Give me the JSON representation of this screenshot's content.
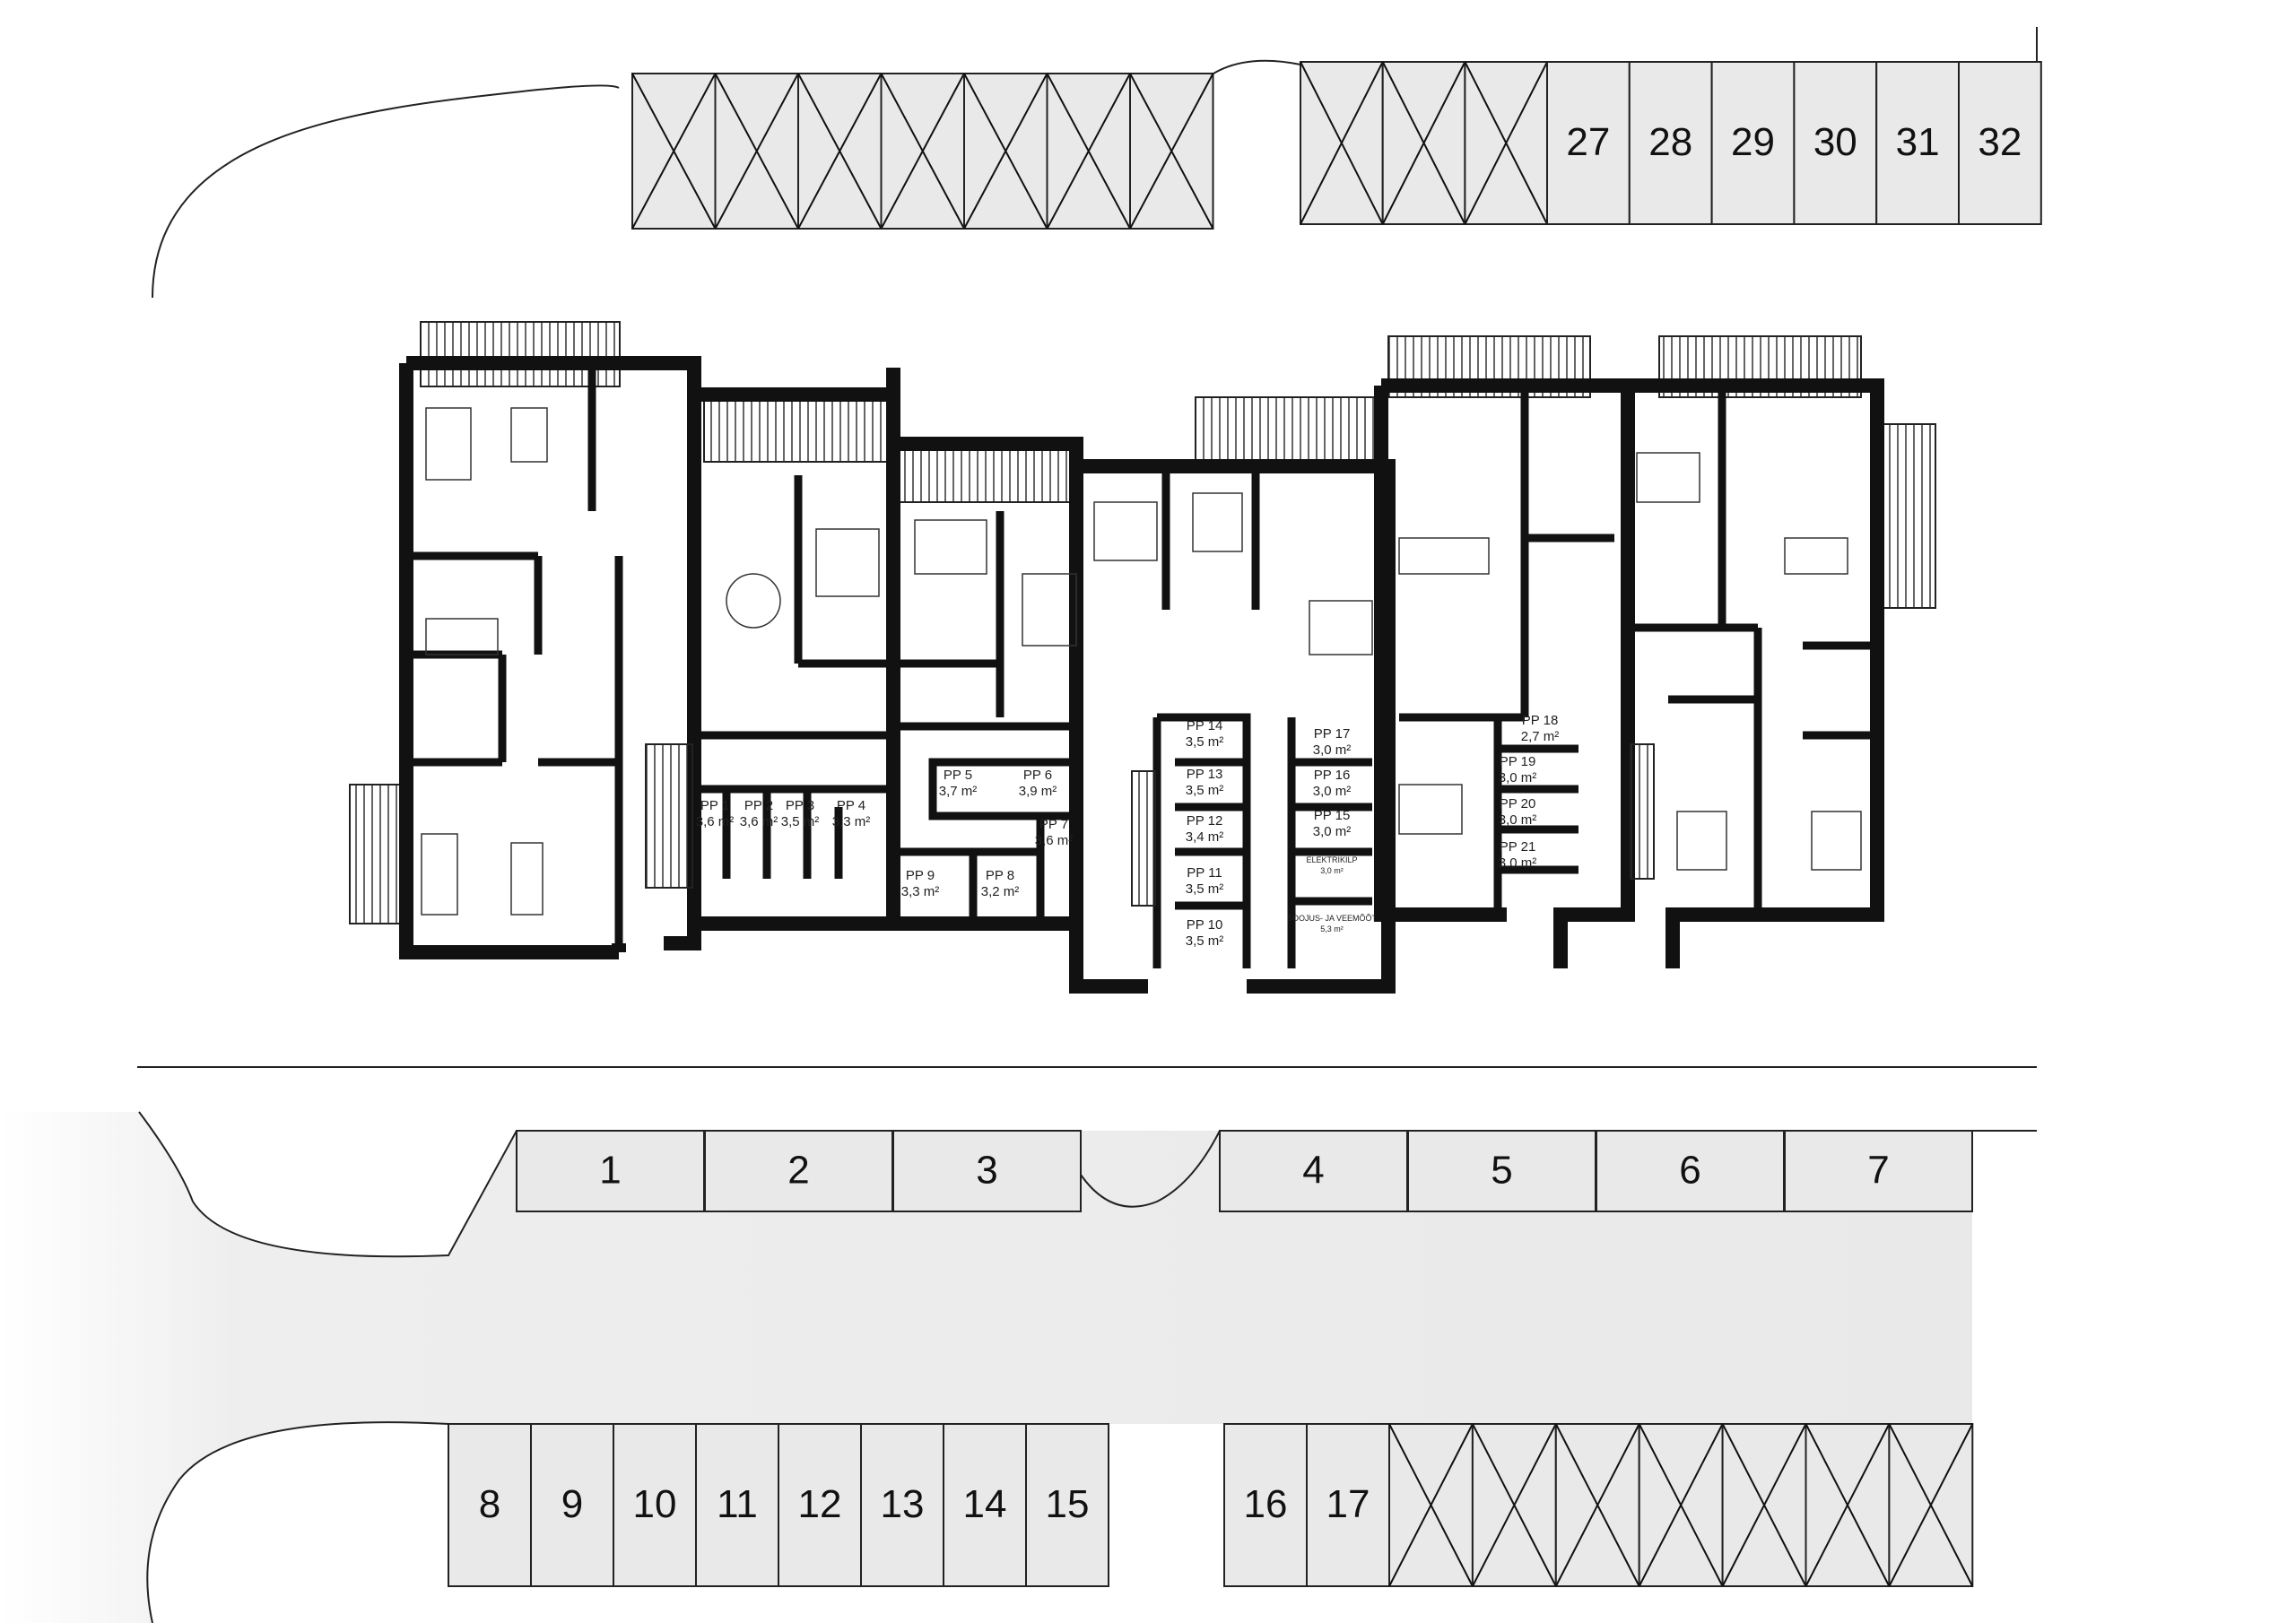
{
  "parking": {
    "top_left_row": {
      "count": 7,
      "labels": []
    },
    "top_right_row": {
      "blocked_count": 3,
      "labels": [
        "27",
        "28",
        "29",
        "30",
        "31",
        "32"
      ]
    },
    "middle_row": {
      "labels": [
        "1",
        "2",
        "3",
        "4",
        "5",
        "6",
        "7"
      ]
    },
    "bottom_row": {
      "labels": [
        "8",
        "9",
        "10",
        "11",
        "12",
        "13",
        "14",
        "15",
        "16",
        "17"
      ],
      "blocked_count": 7
    }
  },
  "storage_rooms": [
    {
      "name": "PP 1",
      "area": "3,6 m²"
    },
    {
      "name": "PP 2",
      "area": "3,6 m²"
    },
    {
      "name": "PP 3",
      "area": "3,5 m²"
    },
    {
      "name": "PP 4",
      "area": "3,3 m²"
    },
    {
      "name": "PP 5",
      "area": "3,7 m²"
    },
    {
      "name": "PP 6",
      "area": "3,9 m²"
    },
    {
      "name": "PP 7",
      "area": "3,6 m²"
    },
    {
      "name": "PP 8",
      "area": "3,2 m²"
    },
    {
      "name": "PP 9",
      "area": "3,3 m²"
    },
    {
      "name": "PP 10",
      "area": "3,5 m²"
    },
    {
      "name": "PP 11",
      "area": "3,5 m²"
    },
    {
      "name": "PP 12",
      "area": "3,4 m²"
    },
    {
      "name": "PP 13",
      "area": "3,5 m²"
    },
    {
      "name": "PP 14",
      "area": "3,5 m²"
    },
    {
      "name": "PP 15",
      "area": "3,0 m²"
    },
    {
      "name": "PP 16",
      "area": "3,0 m²"
    },
    {
      "name": "PP 17",
      "area": "3,0 m²"
    },
    {
      "name": "PP 18",
      "area": "2,7 m²"
    },
    {
      "name": "PP 19",
      "area": "3,0 m²"
    },
    {
      "name": "PP 20",
      "area": "3,0 m²"
    },
    {
      "name": "PP 21",
      "area": "3,0 m²"
    }
  ],
  "technical_rooms": [
    {
      "name": "ELEKTRIKILP",
      "area": "3,0 m²"
    },
    {
      "name": "SOOJUS- JA VEEMÕÕT",
      "area": "5,3 m²"
    }
  ]
}
